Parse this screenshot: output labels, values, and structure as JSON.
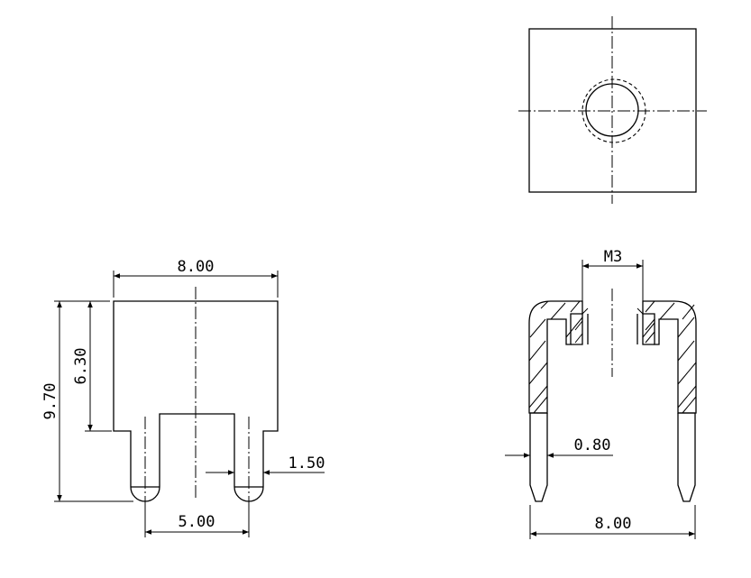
{
  "drawing": {
    "dimensions": {
      "front_width": "8.00",
      "front_total_height": "9.70",
      "front_body_height": "6.30",
      "pin_width": "1.50",
      "pin_pitch": "5.00",
      "section_thread": "M3",
      "section_wall": "0.80",
      "section_width": "8.00"
    }
  }
}
